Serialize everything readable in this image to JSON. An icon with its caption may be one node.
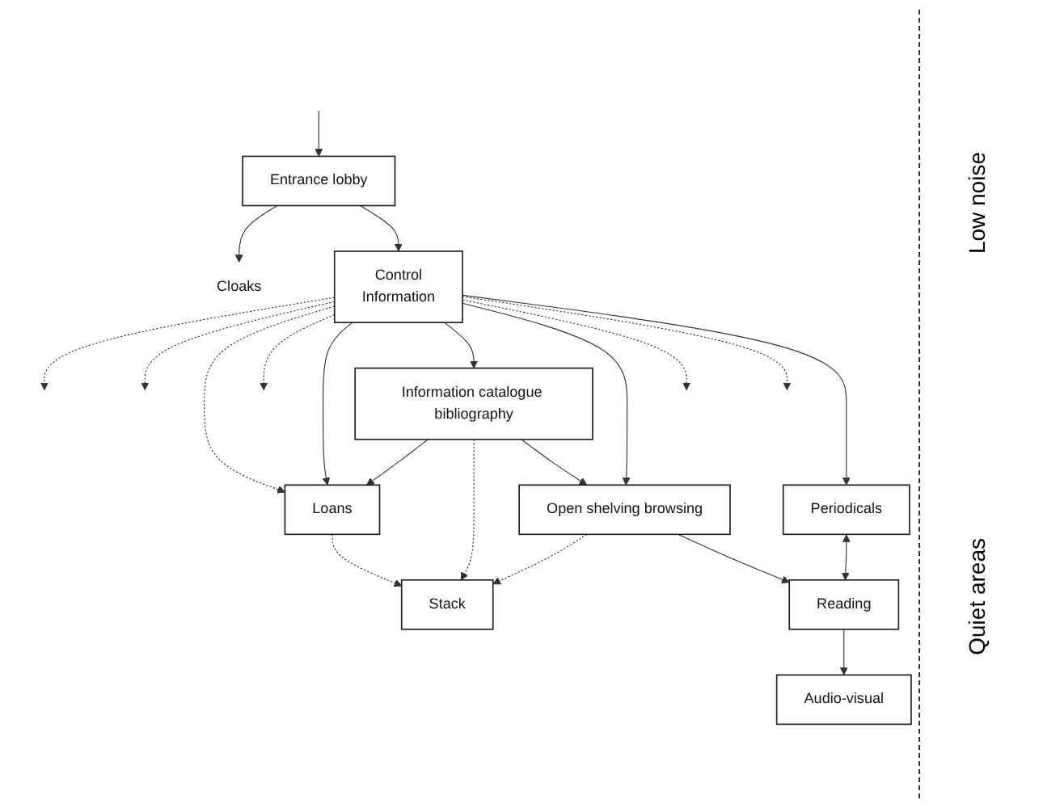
{
  "diagram": {
    "nodes": [
      {
        "text": [
          "Entrance lobby"
        ]
      },
      {
        "text": [
          "Cloaks"
        ]
      },
      {
        "text": [
          "Control",
          "Information"
        ]
      },
      {
        "text": [
          "Loans"
        ]
      },
      {
        "text": [
          "Information catalogue bibliography"
        ]
      },
      {
        "text": [
          "Stack"
        ]
      },
      {
        "text": [
          "Open shelving browsing"
        ]
      },
      {
        "text": [
          "Periodicals"
        ]
      },
      {
        "text": [
          "Reading"
        ]
      },
      {
        "text": [
          "Audio-visual"
        ]
      }
    ],
    "edges": [
      {
        "from": null,
        "to": 0,
        "arrow": "to"
      },
      {
        "from": 0,
        "to": 1,
        "arrow": "to"
      },
      {
        "from": 0,
        "to": 2,
        "arrow": "to"
      },
      {
        "from": 2,
        "to": null,
        "arrow": "to",
        "style": "dashed"
      },
      {
        "from": 2,
        "to": null,
        "arrow": "to",
        "style": "dashed"
      },
      {
        "from": 2,
        "to": 3,
        "arrow": "to",
        "style": "dashed"
      },
      {
        "from": 2,
        "to": null,
        "arrow": "to",
        "style": "dashed"
      },
      {
        "from": 2,
        "to": 3,
        "arrow": "to"
      },
      {
        "from": 2,
        "to": 4,
        "arrow": "to"
      },
      {
        "from": 2,
        "to": 6,
        "arrow": "to"
      },
      {
        "from": 2,
        "to": null,
        "arrow": "to",
        "style": "dashed"
      },
      {
        "from": 2,
        "to": null,
        "arrow": "to",
        "style": "dashed"
      },
      {
        "from": 2,
        "to": 7,
        "arrow": "to"
      },
      {
        "from": 4,
        "to": 3,
        "arrow": "to"
      },
      {
        "from": 3,
        "to": 5,
        "arrow": "to",
        "style": "dashed"
      },
      {
        "from": 4,
        "to": 5,
        "arrow": "to",
        "style": "dashed"
      },
      {
        "from": 4,
        "to": 6,
        "arrow": "to"
      },
      {
        "from": 6,
        "to": 5,
        "arrow": "to",
        "style": "dashed"
      },
      {
        "from": 6,
        "to": 8,
        "arrow": "to"
      },
      {
        "from": 7,
        "to": 8,
        "arrow": "both"
      },
      {
        "from": 8,
        "to": 9,
        "arrow": "to"
      }
    ],
    "labels": [
      "Low noise",
      "Quiet areas"
    ]
  }
}
